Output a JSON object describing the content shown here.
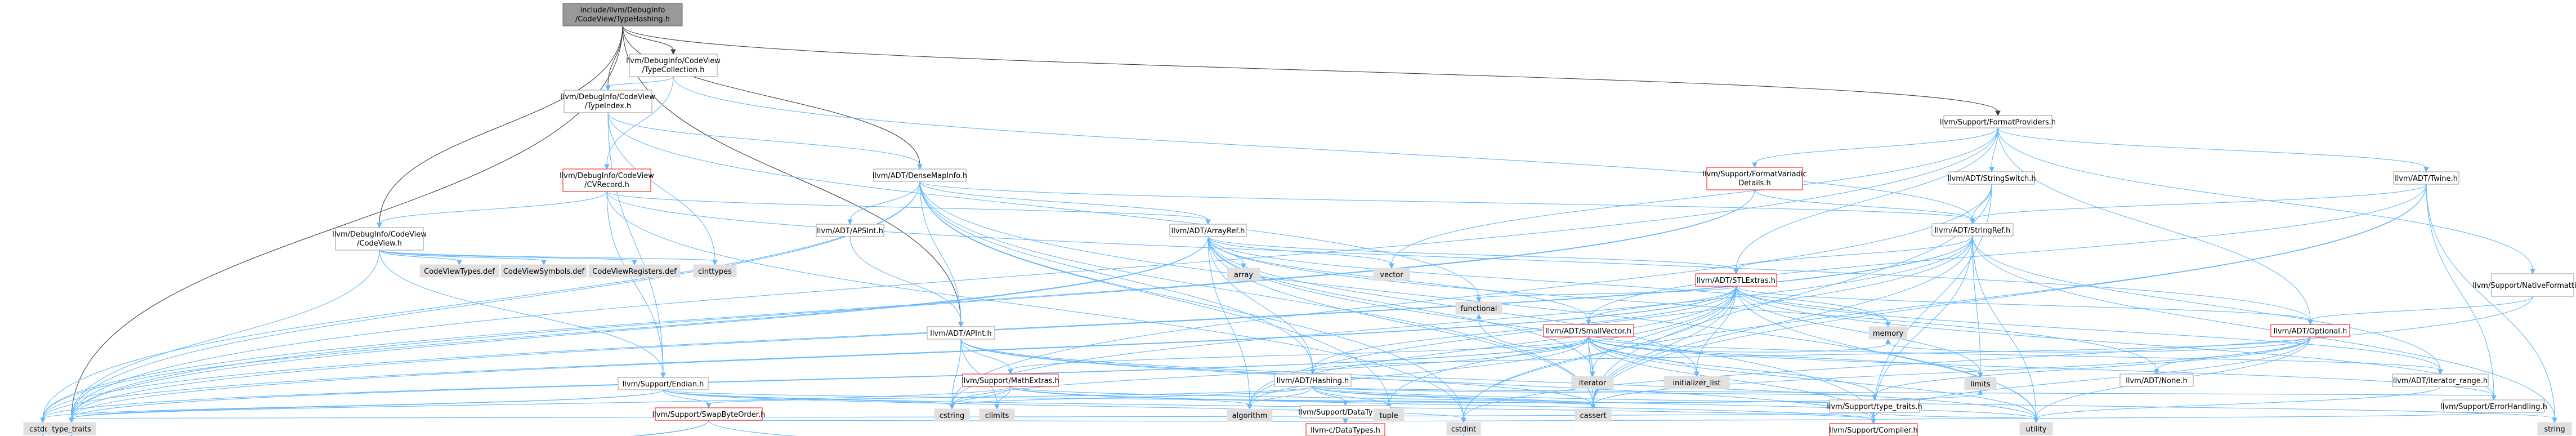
{
  "graph": {
    "colors": {
      "edge": "#63b8ff",
      "edge_dark": "#404040",
      "node_border": "#999999",
      "root_fill": "#999999",
      "red_border": "#ff0000",
      "system_fill": "#e0e0e0"
    },
    "nodes": [
      {
        "id": "root",
        "label": [
          "include/llvm/DebugInfo",
          "/CodeView/TypeHashing.h"
        ],
        "kind": "root"
      },
      {
        "id": "typecollection",
        "label": [
          "llvm/DebugInfo/CodeView",
          "/TypeCollection.h"
        ],
        "kind": "normal"
      },
      {
        "id": "typeindex",
        "label": [
          "llvm/DebugInfo/CodeView",
          "/TypeIndex.h"
        ],
        "kind": "normal"
      },
      {
        "id": "cvrecord",
        "label": [
          "llvm/DebugInfo/CodeView",
          "/CVRecord.h"
        ],
        "kind": "red"
      },
      {
        "id": "codeview",
        "label": [
          "llvm/DebugInfo/CodeView",
          "/CodeView.h"
        ],
        "kind": "normal"
      },
      {
        "id": "densemapinfo",
        "label": [
          "llvm/ADT/DenseMapInfo.h"
        ],
        "kind": "normal"
      },
      {
        "id": "formatproviders",
        "label": [
          "llvm/Support/FormatProviders.h"
        ],
        "kind": "normal"
      },
      {
        "id": "formatvariadic",
        "label": [
          "llvm/Support/FormatVariadic",
          "Details.h"
        ],
        "kind": "red"
      },
      {
        "id": "stringswitch",
        "label": [
          "llvm/ADT/StringSwitch.h"
        ],
        "kind": "normal"
      },
      {
        "id": "twine",
        "label": [
          "llvm/ADT/Twine.h"
        ],
        "kind": "normal"
      },
      {
        "id": "apsint",
        "label": [
          "llvm/ADT/APSInt.h"
        ],
        "kind": "normal"
      },
      {
        "id": "arrayref",
        "label": [
          "llvm/ADT/ArrayRef.h"
        ],
        "kind": "normal"
      },
      {
        "id": "stringref",
        "label": [
          "llvm/ADT/StringRef.h"
        ],
        "kind": "normal"
      },
      {
        "id": "stlextras",
        "label": [
          "llvm/ADT/STLExtras.h"
        ],
        "kind": "red"
      },
      {
        "id": "nativeformatting",
        "label": [
          "llvm/Support/NativeFormatting.h"
        ],
        "kind": "normal"
      },
      {
        "id": "apint",
        "label": [
          "llvm/ADT/APInt.h"
        ],
        "kind": "normal"
      },
      {
        "id": "smallvector",
        "label": [
          "llvm/ADT/SmallVector.h"
        ],
        "kind": "red"
      },
      {
        "id": "optional",
        "label": [
          "llvm/ADT/Optional.h"
        ],
        "kind": "red"
      },
      {
        "id": "endian",
        "label": [
          "llvm/Support/Endian.h"
        ],
        "kind": "normal"
      },
      {
        "id": "mathextras",
        "label": [
          "llvm/Support/MathExtras.h"
        ],
        "kind": "red"
      },
      {
        "id": "hashing",
        "label": [
          "llvm/ADT/Hashing.h"
        ],
        "kind": "normal"
      },
      {
        "id": "none",
        "label": [
          "llvm/ADT/None.h"
        ],
        "kind": "normal"
      },
      {
        "id": "iteratorrange",
        "label": [
          "llvm/ADT/iterator_range.h"
        ],
        "kind": "normal"
      },
      {
        "id": "swapbyteorder",
        "label": [
          "llvm/Support/SwapByteOrder.h"
        ],
        "kind": "red"
      },
      {
        "id": "datatypes",
        "label": [
          "llvm/Support/DataTypes.h"
        ],
        "kind": "normal"
      },
      {
        "id": "typetraitsllvm",
        "label": [
          "llvm/Support/type_traits.h"
        ],
        "kind": "normal"
      },
      {
        "id": "errorhandling",
        "label": [
          "llvm/Support/ErrorHandling.h"
        ],
        "kind": "normal"
      },
      {
        "id": "cdatatypes",
        "label": [
          "llvm-c/DataTypes.h"
        ],
        "kind": "red"
      },
      {
        "id": "compiler",
        "label": [
          "llvm/Support/Compiler.h"
        ],
        "kind": "red"
      },
      {
        "id": "cvtypes",
        "label": [
          "CodeViewTypes.def"
        ],
        "kind": "sys"
      },
      {
        "id": "cvsymbols",
        "label": [
          "CodeViewSymbols.def"
        ],
        "kind": "sys"
      },
      {
        "id": "cvregisters",
        "label": [
          "CodeViewRegisters.def"
        ],
        "kind": "sys"
      },
      {
        "id": "cinttypes",
        "label": [
          "cinttypes"
        ],
        "kind": "sys"
      },
      {
        "id": "array",
        "label": [
          "array"
        ],
        "kind": "sys"
      },
      {
        "id": "vector",
        "label": [
          "vector"
        ],
        "kind": "sys"
      },
      {
        "id": "functional",
        "label": [
          "functional"
        ],
        "kind": "sys"
      },
      {
        "id": "memory",
        "label": [
          "memory"
        ],
        "kind": "sys"
      },
      {
        "id": "initializer_list",
        "label": [
          "initializer_list"
        ],
        "kind": "sys"
      },
      {
        "id": "iterator",
        "label": [
          "iterator"
        ],
        "kind": "sys"
      },
      {
        "id": "cstring",
        "label": [
          "cstring"
        ],
        "kind": "sys"
      },
      {
        "id": "climits",
        "label": [
          "climits"
        ],
        "kind": "sys"
      },
      {
        "id": "algorithm",
        "label": [
          "algorithm"
        ],
        "kind": "sys"
      },
      {
        "id": "tuple",
        "label": [
          "tuple"
        ],
        "kind": "sys"
      },
      {
        "id": "cassert",
        "label": [
          "cassert"
        ],
        "kind": "sys"
      },
      {
        "id": "limits",
        "label": [
          "limits"
        ],
        "kind": "sys"
      },
      {
        "id": "cstddef",
        "label": [
          "cstddef"
        ],
        "kind": "sys"
      },
      {
        "id": "type_traits",
        "label": [
          "type_traits"
        ],
        "kind": "sys"
      },
      {
        "id": "cstdint",
        "label": [
          "cstdint"
        ],
        "kind": "sys"
      },
      {
        "id": "utility",
        "label": [
          "utility"
        ],
        "kind": "sys"
      },
      {
        "id": "string",
        "label": [
          "string"
        ],
        "kind": "sys"
      }
    ],
    "edges": [
      [
        "root",
        "typecollection"
      ],
      [
        "root",
        "typeindex"
      ],
      [
        "root",
        "codeview"
      ],
      [
        "root",
        "densemapinfo"
      ],
      [
        "root",
        "formatproviders"
      ],
      [
        "root",
        "apint"
      ],
      [
        "root",
        "type_traits"
      ],
      [
        "typecollection",
        "typeindex"
      ],
      [
        "typecollection",
        "cvrecord"
      ],
      [
        "typecollection",
        "stringref"
      ],
      [
        "typeindex",
        "densemapinfo"
      ],
      [
        "typeindex",
        "endian"
      ],
      [
        "typeindex",
        "cinttypes"
      ],
      [
        "typeindex",
        "functional"
      ],
      [
        "cvrecord",
        "codeview"
      ],
      [
        "cvrecord",
        "arrayref"
      ],
      [
        "cvrecord",
        "optional"
      ],
      [
        "cvrecord",
        "endian"
      ],
      [
        "cvrecord",
        "cstdint"
      ],
      [
        "codeview",
        "cvtypes"
      ],
      [
        "codeview",
        "cvsymbols"
      ],
      [
        "codeview",
        "cvregisters"
      ],
      [
        "codeview",
        "cinttypes"
      ],
      [
        "codeview",
        "endian"
      ],
      [
        "codeview",
        "type_traits"
      ],
      [
        "densemapinfo",
        "apint"
      ],
      [
        "densemapinfo",
        "apsint"
      ],
      [
        "densemapinfo",
        "arrayref"
      ],
      [
        "densemapinfo",
        "hashing"
      ],
      [
        "densemapinfo",
        "stringref"
      ],
      [
        "densemapinfo",
        "cassert"
      ],
      [
        "densemapinfo",
        "cstddef"
      ],
      [
        "densemapinfo",
        "cstdint"
      ],
      [
        "densemapinfo",
        "tuple"
      ],
      [
        "densemapinfo",
        "type_traits"
      ],
      [
        "densemapinfo",
        "utility"
      ],
      [
        "formatproviders",
        "formatvariadic"
      ],
      [
        "formatproviders",
        "stringswitch"
      ],
      [
        "formatproviders",
        "twine"
      ],
      [
        "formatproviders",
        "nativeformatting"
      ],
      [
        "formatproviders",
        "optional"
      ],
      [
        "formatproviders",
        "stlextras"
      ],
      [
        "formatproviders",
        "type_traits"
      ],
      [
        "formatproviders",
        "vector"
      ],
      [
        "formatvariadic",
        "stringref"
      ],
      [
        "formatvariadic",
        "cstddef"
      ],
      [
        "formatvariadic",
        "type_traits"
      ],
      [
        "stringswitch",
        "stringref"
      ],
      [
        "stringswitch",
        "compiler"
      ],
      [
        "stringswitch",
        "cassert"
      ],
      [
        "stringswitch",
        "cstring"
      ],
      [
        "twine",
        "smallvector"
      ],
      [
        "twine",
        "stringref"
      ],
      [
        "twine",
        "errorhandling"
      ],
      [
        "twine",
        "cassert"
      ],
      [
        "twine",
        "cstdint"
      ],
      [
        "twine",
        "string"
      ],
      [
        "apsint",
        "apint"
      ],
      [
        "apint",
        "mathextras"
      ],
      [
        "apint",
        "compiler"
      ],
      [
        "apint",
        "cassert"
      ],
      [
        "apint",
        "climits"
      ],
      [
        "apint",
        "cstring"
      ],
      [
        "apint",
        "utility"
      ],
      [
        "arrayref",
        "hashing"
      ],
      [
        "arrayref",
        "none"
      ],
      [
        "arrayref",
        "smallvector"
      ],
      [
        "arrayref",
        "stlextras"
      ],
      [
        "arrayref",
        "compiler"
      ],
      [
        "arrayref",
        "algorithm"
      ],
      [
        "arrayref",
        "array"
      ],
      [
        "arrayref",
        "cassert"
      ],
      [
        "arrayref",
        "cstddef"
      ],
      [
        "arrayref",
        "initializer_list"
      ],
      [
        "arrayref",
        "iterator"
      ],
      [
        "arrayref",
        "memory"
      ],
      [
        "arrayref",
        "type_traits"
      ],
      [
        "arrayref",
        "vector"
      ],
      [
        "stringref",
        "stlextras"
      ],
      [
        "stringref",
        "iteratorrange"
      ],
      [
        "stringref",
        "compiler"
      ],
      [
        "stringref",
        "algorithm"
      ],
      [
        "stringref",
        "cassert"
      ],
      [
        "stringref",
        "cstddef"
      ],
      [
        "stringref",
        "cstring"
      ],
      [
        "stringref",
        "limits"
      ],
      [
        "stringref",
        "string"
      ],
      [
        "stringref",
        "type_traits"
      ],
      [
        "stringref",
        "utility"
      ],
      [
        "stlextras",
        "hashing"
      ],
      [
        "stlextras",
        "optional"
      ],
      [
        "stlextras",
        "smallvector"
      ],
      [
        "stlextras",
        "iteratorrange"
      ],
      [
        "stlextras",
        "errorhandling"
      ],
      [
        "stlextras",
        "algorithm"
      ],
      [
        "stlextras",
        "cassert"
      ],
      [
        "stlextras",
        "cstddef"
      ],
      [
        "stlextras",
        "cstdint"
      ],
      [
        "stlextras",
        "cstdlib"
      ],
      [
        "stlextras",
        "functional"
      ],
      [
        "stlextras",
        "initializer_list"
      ],
      [
        "stlextras",
        "iterator"
      ],
      [
        "stlextras",
        "limits"
      ],
      [
        "stlextras",
        "memory"
      ],
      [
        "stlextras",
        "tuple"
      ],
      [
        "stlextras",
        "type_traits"
      ],
      [
        "stlextras",
        "utility"
      ],
      [
        "nativeformatting",
        "optional"
      ],
      [
        "nativeformatting",
        "cstdint"
      ],
      [
        "smallvector",
        "compiler"
      ],
      [
        "smallvector",
        "errorhandling"
      ],
      [
        "smallvector",
        "mathextras"
      ],
      [
        "smallvector",
        "typetraitsllvm"
      ],
      [
        "smallvector",
        "iteratorrange"
      ],
      [
        "smallvector",
        "algorithm"
      ],
      [
        "smallvector",
        "cassert"
      ],
      [
        "smallvector",
        "cstddef"
      ],
      [
        "smallvector",
        "cstdlib"
      ],
      [
        "smallvector",
        "cstring"
      ],
      [
        "smallvector",
        "functional"
      ],
      [
        "smallvector",
        "initializer_list"
      ],
      [
        "smallvector",
        "iterator"
      ],
      [
        "smallvector",
        "limits"
      ],
      [
        "smallvector",
        "memory"
      ],
      [
        "smallvector",
        "new"
      ],
      [
        "smallvector",
        "type_traits"
      ],
      [
        "smallvector",
        "utility"
      ],
      [
        "optional",
        "hashing"
      ],
      [
        "optional",
        "none"
      ],
      [
        "optional",
        "compiler"
      ],
      [
        "optional",
        "typetraitsllvm"
      ],
      [
        "optional",
        "cassert"
      ],
      [
        "optional",
        "memory"
      ],
      [
        "optional",
        "new"
      ],
      [
        "optional",
        "utility"
      ],
      [
        "endian",
        "compiler"
      ],
      [
        "endian",
        "swapbyteorder"
      ],
      [
        "endian",
        "cassert"
      ],
      [
        "endian",
        "cstddef"
      ],
      [
        "endian",
        "cstdint"
      ],
      [
        "endian",
        "cstring"
      ],
      [
        "endian",
        "type_traits"
      ],
      [
        "mathextras",
        "compiler"
      ],
      [
        "mathextras",
        "algorithm"
      ],
      [
        "mathextras",
        "cassert"
      ],
      [
        "mathextras",
        "climits"
      ],
      [
        "mathextras",
        "cstring"
      ],
      [
        "mathextras",
        "limits"
      ],
      [
        "mathextras",
        "type_traits"
      ],
      [
        "hashing",
        "errorhandling"
      ],
      [
        "hashing",
        "datatypes"
      ],
      [
        "hashing",
        "swapbyteorder"
      ],
      [
        "hashing",
        "typetraitsllvm"
      ],
      [
        "hashing",
        "algorithm"
      ],
      [
        "hashing",
        "cassert"
      ],
      [
        "hashing",
        "cstring"
      ],
      [
        "hashing",
        "string"
      ],
      [
        "hashing",
        "tuple"
      ],
      [
        "hashing",
        "utility"
      ],
      [
        "iteratorrange",
        "utility"
      ],
      [
        "swapbyteorder",
        "compiler"
      ],
      [
        "swapbyteorder",
        "cstddef"
      ],
      [
        "swapbyteorder",
        "cstdint"
      ],
      [
        "swapbyteorder",
        "type_traits"
      ],
      [
        "datatypes",
        "cdatatypes"
      ],
      [
        "typetraitsllvm",
        "compiler"
      ],
      [
        "typetraitsllvm",
        "type_traits"
      ],
      [
        "typetraitsllvm",
        "utility"
      ],
      [
        "errorhandling",
        "compiler"
      ]
    ]
  }
}
